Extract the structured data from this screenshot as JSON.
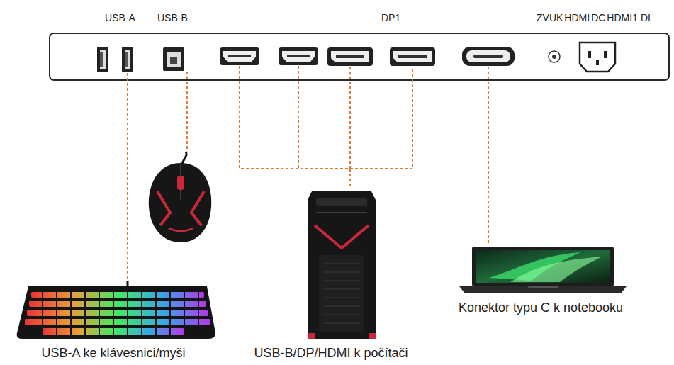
{
  "diagram": {
    "labels": [
      "USB-A",
      "USB-B",
      "DP1",
      "ZVUK",
      "HDMI",
      "DC",
      "HDMI1",
      "DI",
      "USB-A ke klávesnici/myši",
      "USB-B/DP/HDMI k počítači",
      "Konektor typu C k notebooku"
    ]
  }
}
